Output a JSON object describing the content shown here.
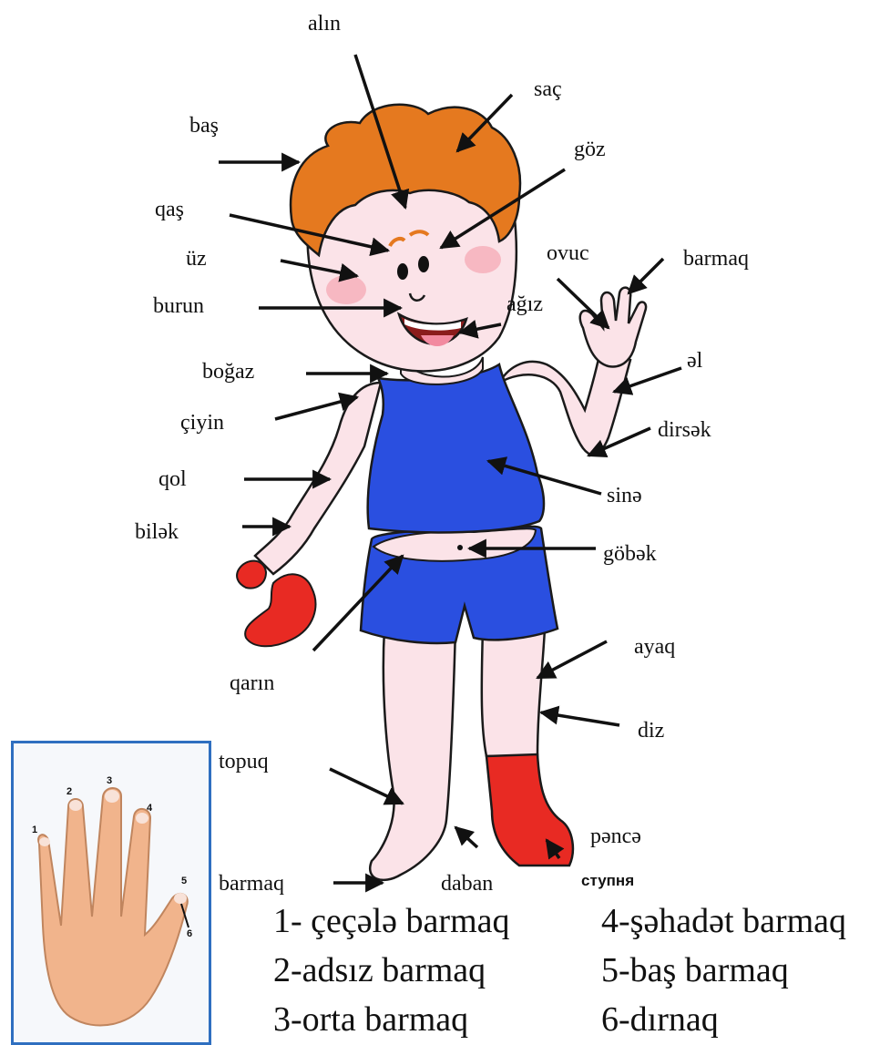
{
  "labels": {
    "alin": "alın",
    "sac": "saç",
    "bas": "baş",
    "goz": "göz",
    "qas": "qaş",
    "uz": "üz",
    "ovuc": "ovuc",
    "barmaq_top": "barmaq",
    "burun": "burun",
    "agiz": "ağız",
    "el": "əl",
    "bogaz": "boğaz",
    "ciyin": "çiyin",
    "dirsek": "dirsək",
    "qol": "qol",
    "sine": "sinə",
    "bilek": "bilək",
    "gobek": "göbək",
    "ayaq": "ayaq",
    "qarin": "qarın",
    "diz": "diz",
    "topuq": "topuq",
    "pence": "pəncə",
    "stupnya": "ступня",
    "barmaq_bottom": "barmaq",
    "daban": "daban"
  },
  "hand": {
    "n1": "1",
    "n2": "2",
    "n3": "3",
    "n4": "4",
    "n5": "5",
    "n6": "6"
  },
  "legend": [
    "1- çeçələ barmaq",
    "2-adsız barmaq",
    "3-orta barmaq",
    "4-şəhadət barmaq",
    "5-baş barmaq",
    "6-dırnaq"
  ],
  "colors": {
    "hair": "#e5791f",
    "skin": "#fbe3e8",
    "shirt": "#2a4fe0",
    "shorts": "#2a4fe0",
    "sock": "#e82a23",
    "cheek": "#f7b8c2",
    "hand_frame": "#2f6fc0",
    "hand_skin": "#f1b48c"
  }
}
